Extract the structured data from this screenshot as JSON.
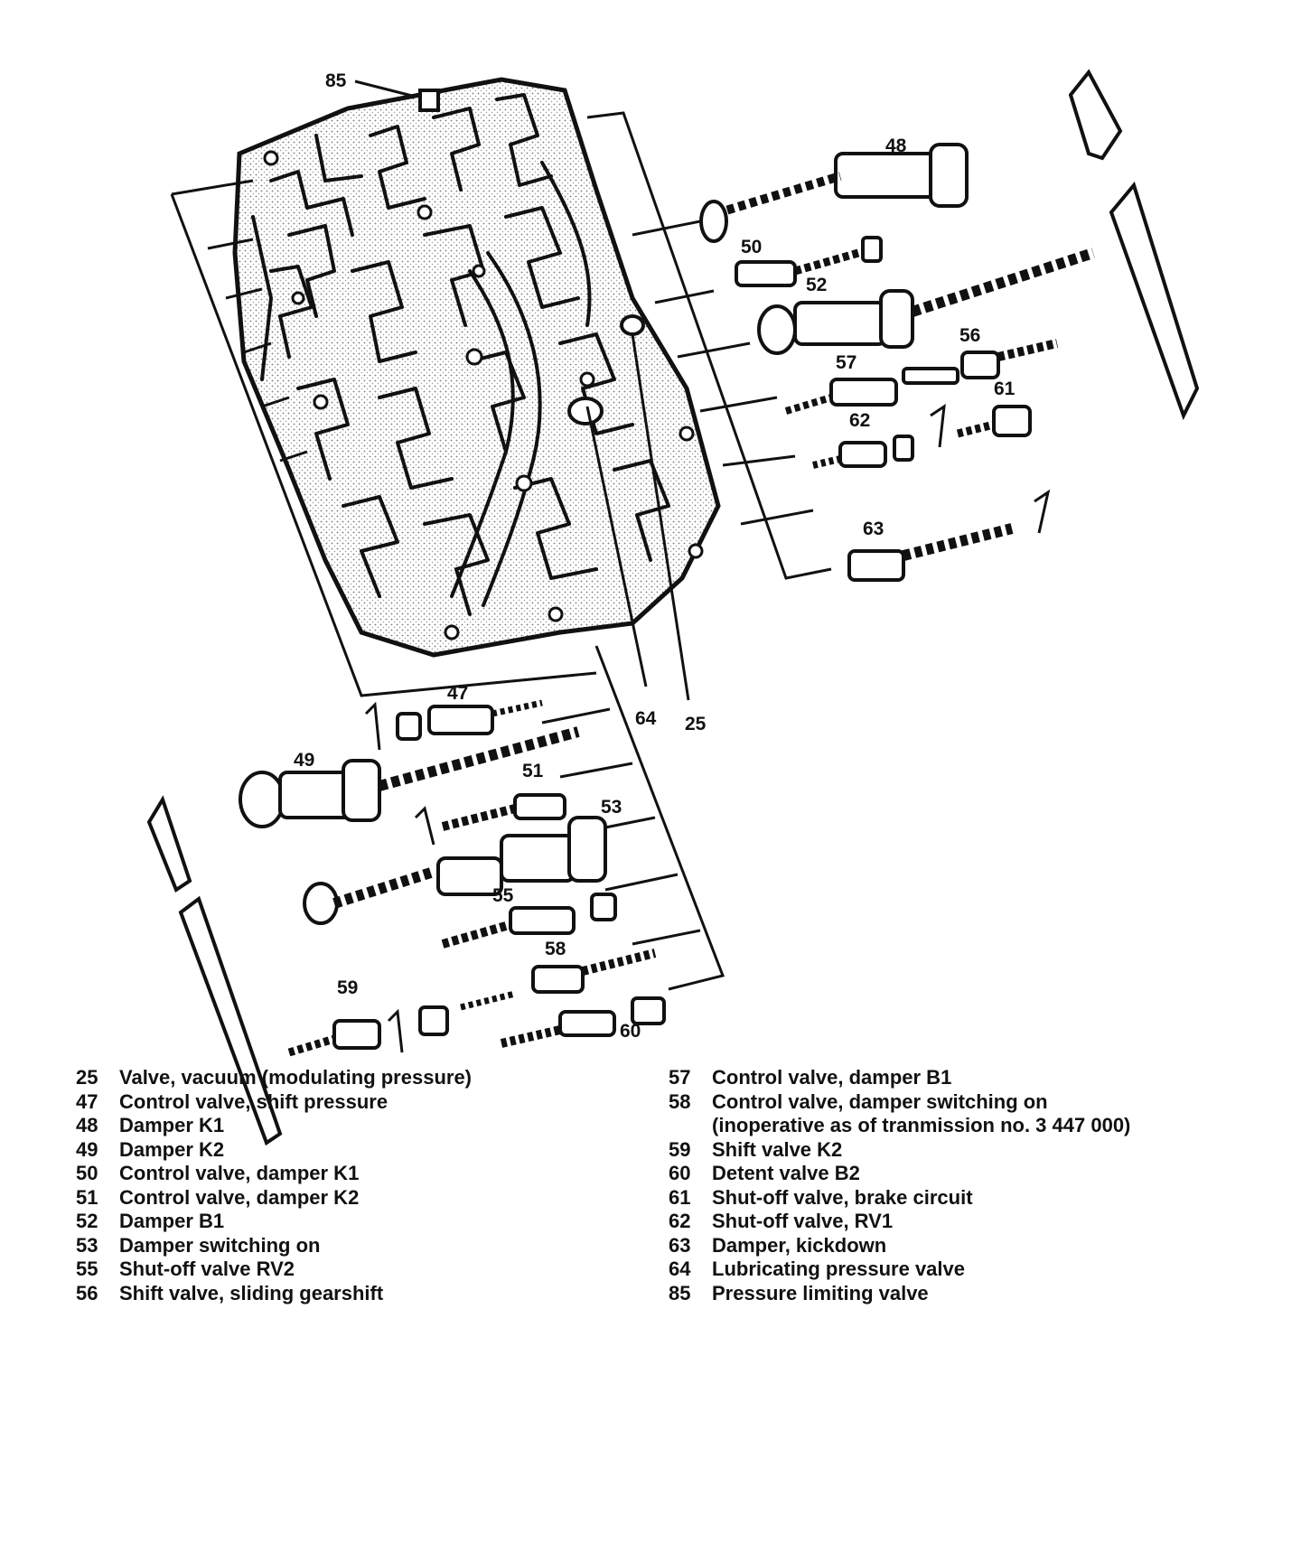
{
  "callouts": [
    {
      "id": "85",
      "label": "85"
    },
    {
      "id": "48",
      "label": "48"
    },
    {
      "id": "50",
      "label": "50"
    },
    {
      "id": "52",
      "label": "52"
    },
    {
      "id": "56",
      "label": "56"
    },
    {
      "id": "57",
      "label": "57"
    },
    {
      "id": "61",
      "label": "61"
    },
    {
      "id": "62",
      "label": "62"
    },
    {
      "id": "63",
      "label": "63"
    },
    {
      "id": "47",
      "label": "47"
    },
    {
      "id": "64",
      "label": "64"
    },
    {
      "id": "25",
      "label": "25"
    },
    {
      "id": "49",
      "label": "49"
    },
    {
      "id": "51",
      "label": "51"
    },
    {
      "id": "53",
      "label": "53"
    },
    {
      "id": "55",
      "label": "55"
    },
    {
      "id": "58",
      "label": "58"
    },
    {
      "id": "59",
      "label": "59"
    },
    {
      "id": "60",
      "label": "60"
    }
  ],
  "legend": {
    "left": [
      {
        "num": "25",
        "text": "Valve, vacuum (modulating pressure)"
      },
      {
        "num": "47",
        "text": "Control valve, shift pressure"
      },
      {
        "num": "48",
        "text": "Damper K1"
      },
      {
        "num": "49",
        "text": "Damper K2"
      },
      {
        "num": "50",
        "text": "Control valve, damper K1"
      },
      {
        "num": "51",
        "text": "Control valve, damper K2"
      },
      {
        "num": "52",
        "text": "Damper B1"
      },
      {
        "num": "53",
        "text": "Damper switching on"
      },
      {
        "num": "55",
        "text": "Shut-off valve RV2"
      },
      {
        "num": "56",
        "text": "Shift valve, sliding gearshift"
      }
    ],
    "right": [
      {
        "num": "57",
        "text": "Control valve, damper B1"
      },
      {
        "num": "58",
        "text": "Control valve, damper switching on"
      },
      {
        "num": "",
        "text": " (inoperative as of tranmission no. 3 447 000)"
      },
      {
        "num": "59",
        "text": "Shift valve K2"
      },
      {
        "num": "60",
        "text": "Detent valve B2"
      },
      {
        "num": "61",
        "text": "Shut-off valve, brake circuit"
      },
      {
        "num": "62",
        "text": "Shut-off valve, RV1"
      },
      {
        "num": "63",
        "text": "Damper, kickdown"
      },
      {
        "num": "64",
        "text": "Lubricating pressure valve"
      },
      {
        "num": "85",
        "text": "Pressure limiting valve"
      }
    ]
  }
}
